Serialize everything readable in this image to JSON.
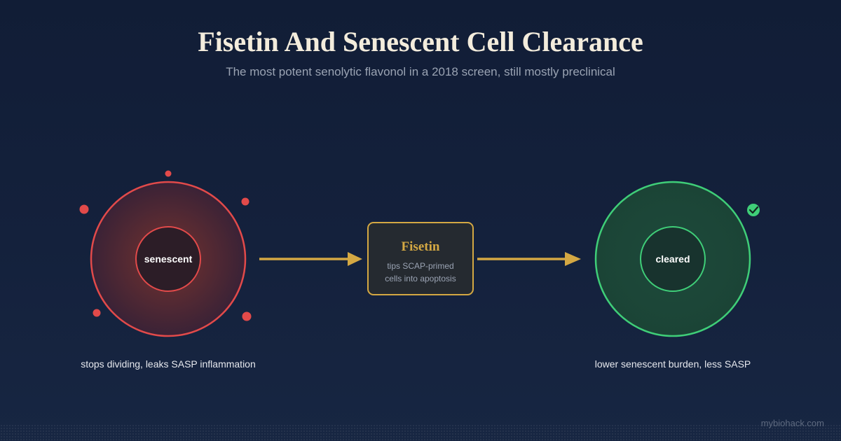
{
  "header": {
    "title": "Fisetin And Senescent Cell Clearance",
    "subtitle": "The most potent senolytic flavonol in a 2018 screen, still mostly preclinical"
  },
  "diagram": {
    "senescent_cell": {
      "label": "senescent",
      "caption": "stops dividing, leaks SASP inflammation",
      "color": "#e24a4a"
    },
    "agent": {
      "name": "Fisetin",
      "description_line1": "tips SCAP-primed",
      "description_line2": "cells into apoptosis",
      "color": "#d4a843"
    },
    "cleared_cell": {
      "label": "cleared",
      "caption": "lower senescent burden, less SASP",
      "color": "#3fce78",
      "status_icon": "check-circle-icon"
    },
    "arrow_color": "#d4a843"
  },
  "footer": {
    "watermark": "mybiohack.com"
  }
}
